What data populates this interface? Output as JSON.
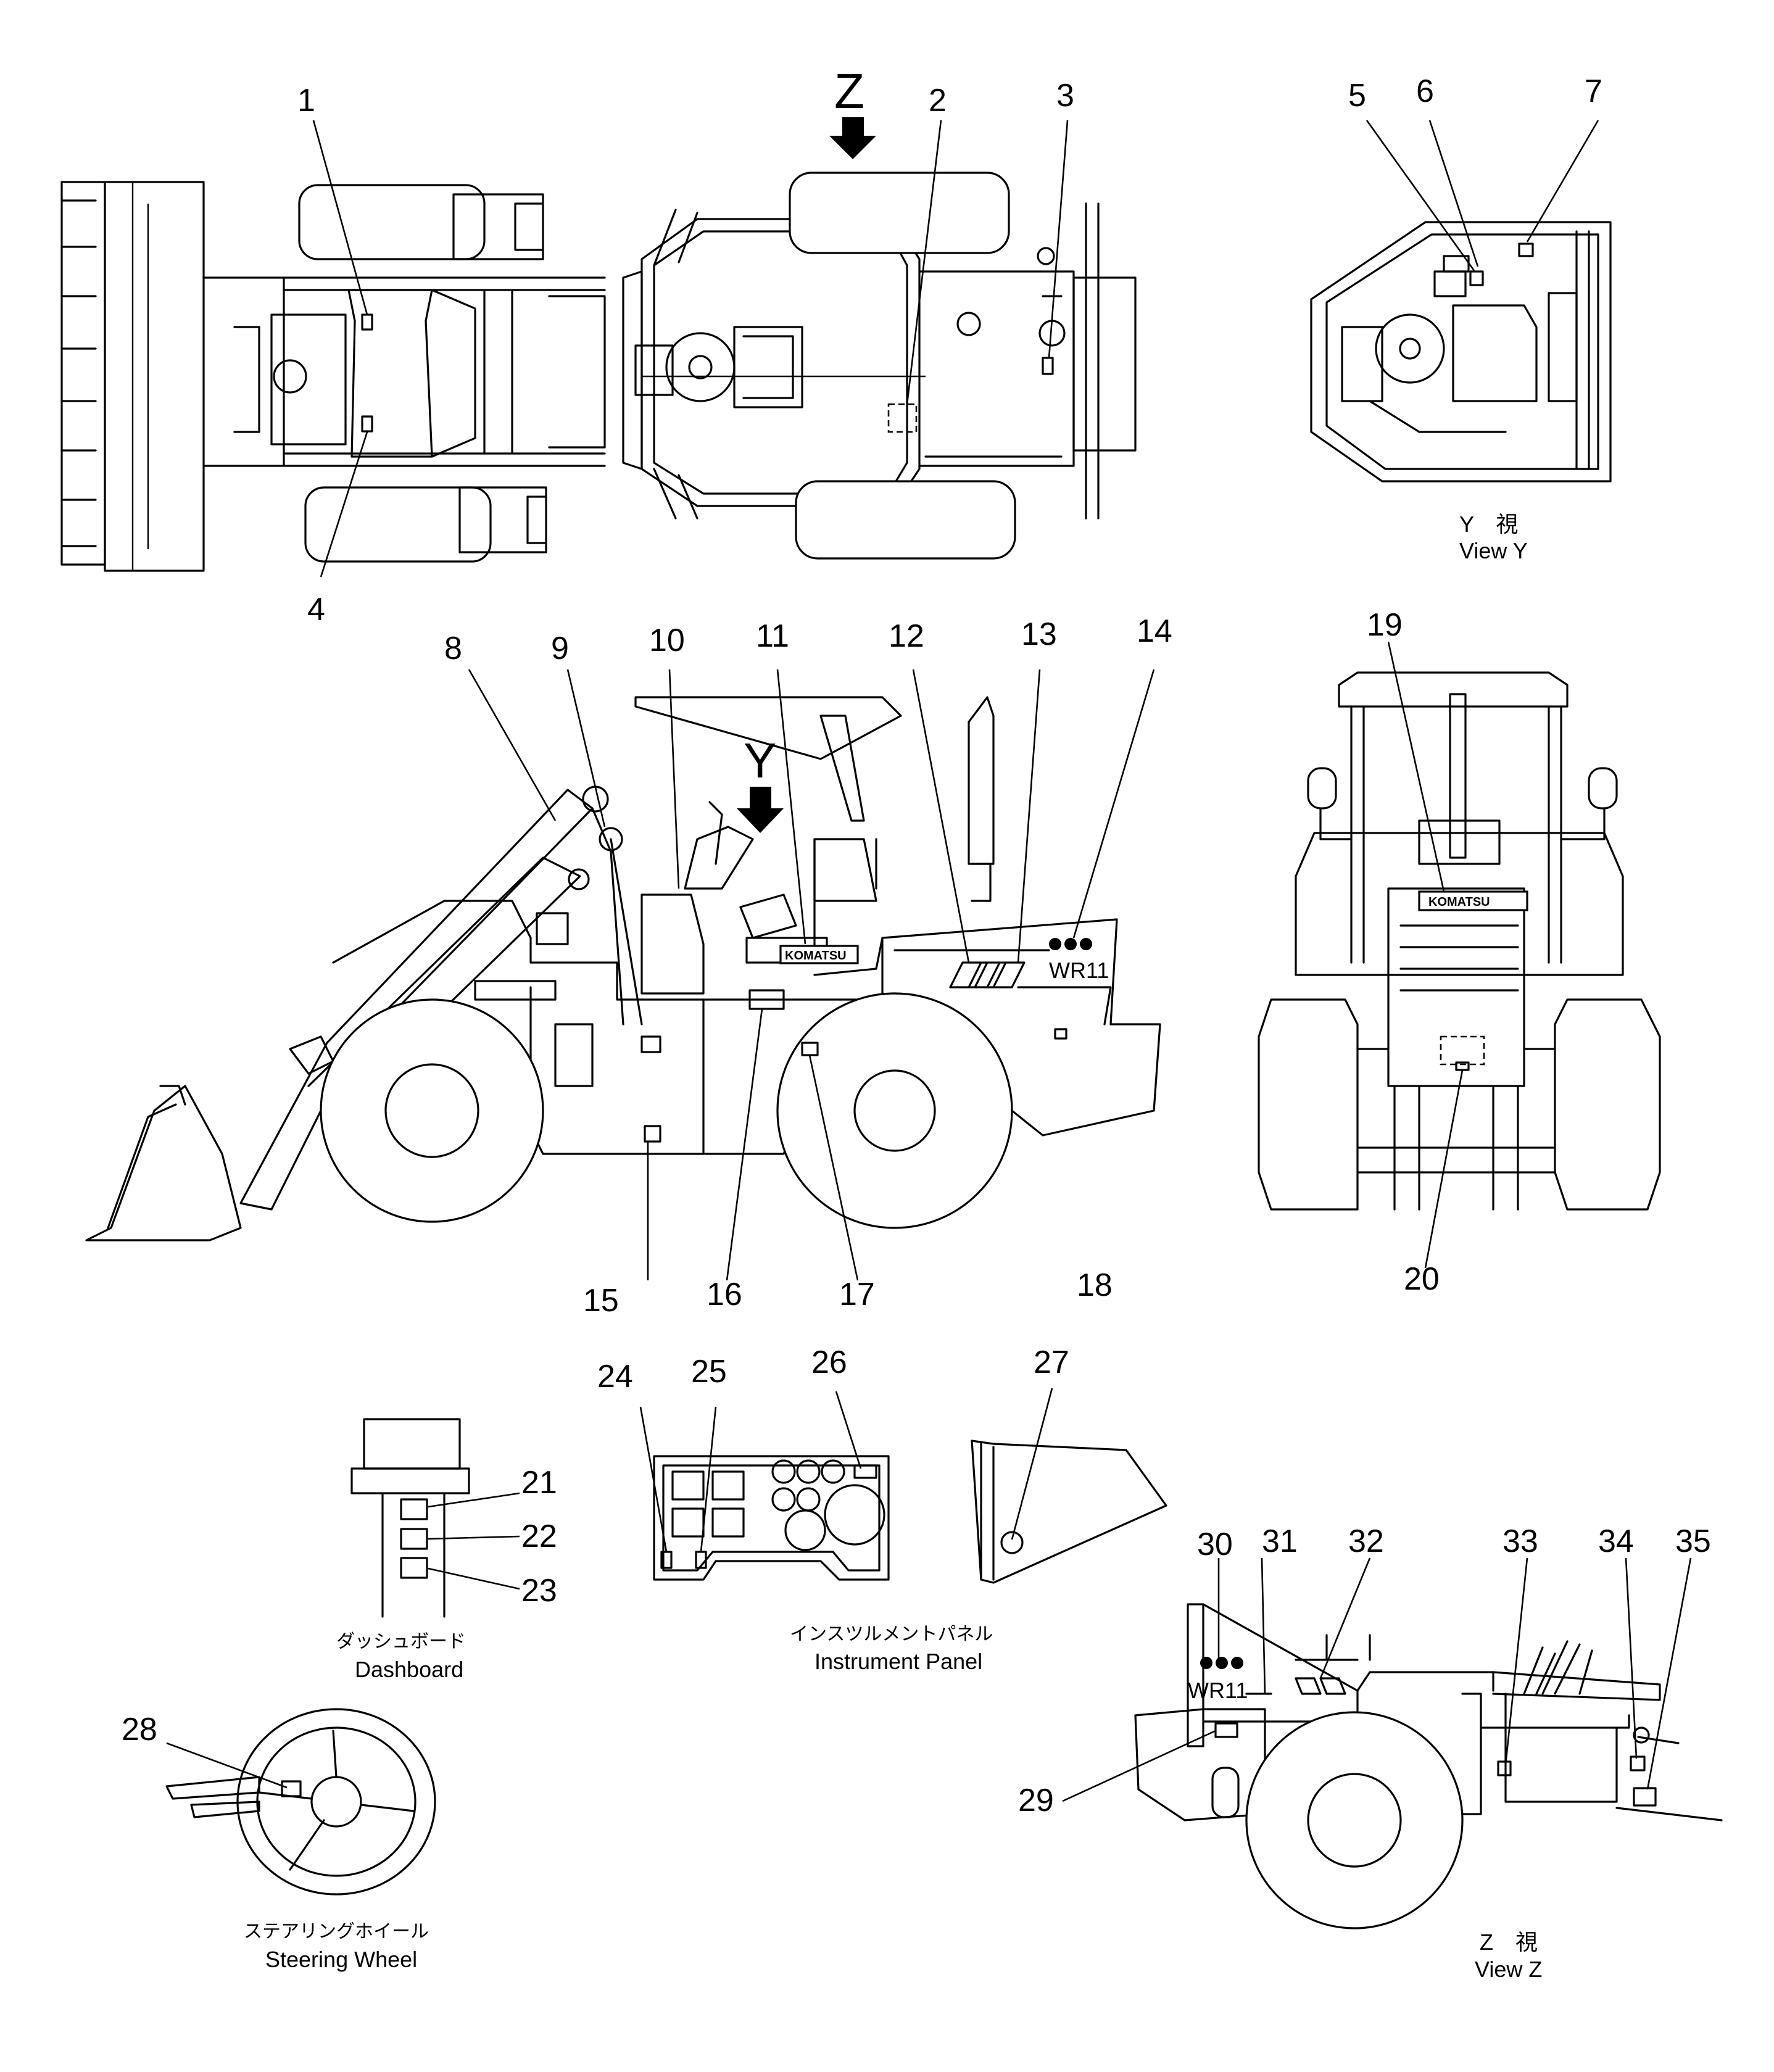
{
  "views": {
    "top": {
      "z_marker": "Z"
    },
    "side": {
      "y_marker": "Y"
    },
    "view_y": {
      "caption_jp": "Y　視",
      "caption_en": "View  Y"
    },
    "view_z": {
      "caption_jp": "Z　視",
      "caption_en": "View  Z"
    },
    "dashboard": {
      "caption_jp": "ダッシュボード",
      "caption_en": "Dashboard"
    },
    "instrument_panel": {
      "caption_jp": "インスツルメントパネル",
      "caption_en": "Instrument  Panel"
    },
    "steering_wheel": {
      "caption_jp": "ステアリングホイール",
      "caption_en": "Steering  Wheel"
    }
  },
  "machine_text": {
    "brand": "KOMATSU",
    "model": "WR11"
  },
  "callouts": [
    "1",
    "2",
    "3",
    "4",
    "5",
    "6",
    "7",
    "8",
    "9",
    "10",
    "11",
    "12",
    "13",
    "14",
    "15",
    "16",
    "17",
    "18",
    "19",
    "20",
    "21",
    "22",
    "23",
    "24",
    "25",
    "26",
    "27",
    "28",
    "29",
    "30",
    "31",
    "32",
    "33",
    "34",
    "35"
  ]
}
